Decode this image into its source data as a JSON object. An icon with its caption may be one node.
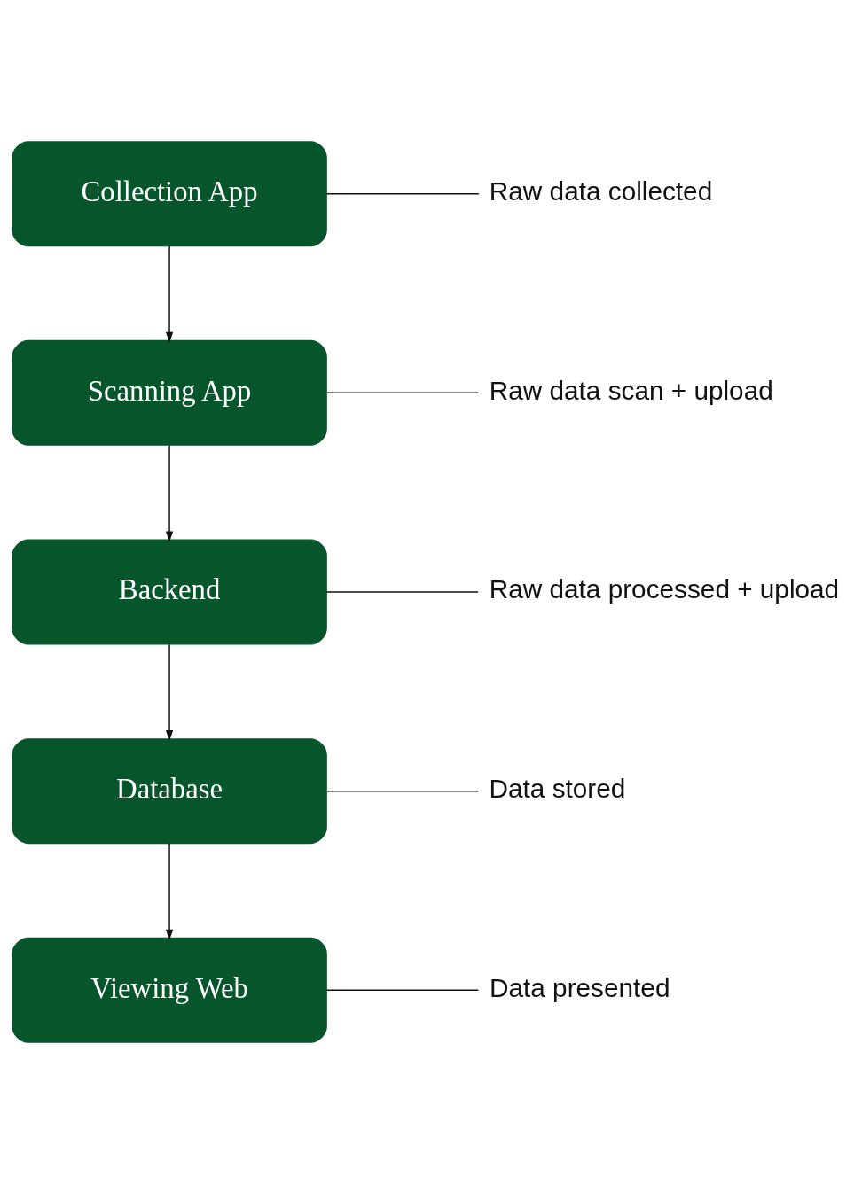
{
  "diagram": {
    "nodes": [
      {
        "text": [
          "Collection App"
        ]
      },
      {
        "text": [
          "Raw data collected"
        ]
      },
      {
        "text": [
          "Scanning App"
        ]
      },
      {
        "text": [
          "Raw data scan + upload"
        ]
      },
      {
        "text": [
          "Backend"
        ]
      },
      {
        "text": [
          "Raw data processed + upload"
        ]
      },
      {
        "text": [
          "Database"
        ]
      },
      {
        "text": [
          "Data stored"
        ]
      },
      {
        "text": [
          "Viewing Web"
        ]
      },
      {
        "text": [
          "Data presented"
        ]
      }
    ],
    "edges": [
      {
        "from": 0,
        "to": 1,
        "arrow": "none"
      },
      {
        "from": 0,
        "to": 2,
        "arrow": "to"
      },
      {
        "from": 2,
        "to": 3,
        "arrow": "none"
      },
      {
        "from": 2,
        "to": 4,
        "arrow": "to"
      },
      {
        "from": 4,
        "to": 5,
        "arrow": "none"
      },
      {
        "from": 4,
        "to": 6,
        "arrow": "to"
      },
      {
        "from": 6,
        "to": 7,
        "arrow": "none"
      },
      {
        "from": 6,
        "to": 8,
        "arrow": "to"
      },
      {
        "from": 8,
        "to": 9,
        "arrow": "none"
      }
    ]
  }
}
